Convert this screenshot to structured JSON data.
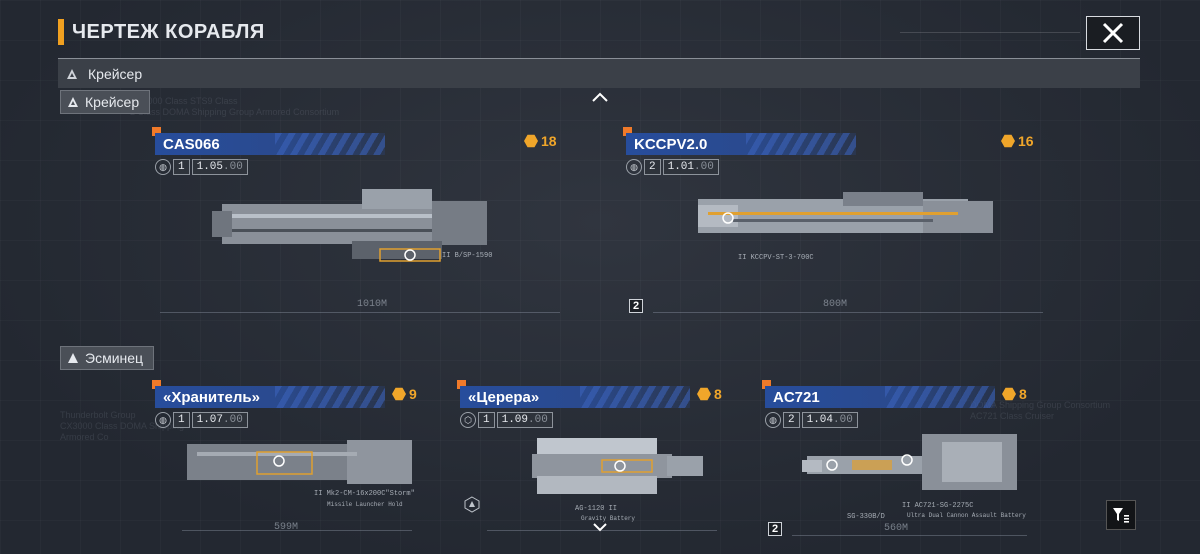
{
  "header": {
    "title": "ЧЕРТЕЖ КОРАБЛЯ"
  },
  "class_bar": {
    "label": "Крейсер"
  },
  "sections": [
    {
      "label": "Крейсер"
    },
    {
      "label": "Эсминец"
    }
  ],
  "ships": [
    {
      "name": "CAS066",
      "tier": "1",
      "version": "1.05",
      "version_suffix": ".00",
      "points": "18",
      "length": "1010M",
      "callout": "II B/SP-1590",
      "icon": "globe-icon"
    },
    {
      "name": "KCCPV2.0",
      "tier": "2",
      "version": "1.01",
      "version_suffix": ".00",
      "points": "16",
      "length": "800M",
      "callout": "II KCCPV-ST-3-700C",
      "icon": "globe-icon",
      "badge": "2"
    },
    {
      "name": "«Хранитель»",
      "tier": "1",
      "version": "1.07",
      "version_suffix": ".00",
      "points": "9",
      "length": "599M",
      "callout": "II Mk2-CM-16x200C\"Storm\"",
      "subcallout": "Missile Launcher Hold",
      "icon": "globe-icon"
    },
    {
      "name": "«Церера»",
      "tier": "1",
      "version": "1.09",
      "version_suffix": ".00",
      "points": "8",
      "length": "",
      "callout": "AG-1120 II",
      "subcallout": "Gravity Battery",
      "icon": "cube-icon"
    },
    {
      "name": "AC721",
      "tier": "2",
      "version": "1.04",
      "version_suffix": ".00",
      "points": "8",
      "length": "560M",
      "callout": "II AC721-SG-2275C",
      "subcallout": "Ultra Dual Cannon Assault Battery",
      "callout2": "SG-330B/D",
      "icon": "globe-icon",
      "badge": "2"
    }
  ],
  "colors": {
    "accent": "#f0a620",
    "name_bar": "#274d9c",
    "marker": "#f07a2a"
  }
}
